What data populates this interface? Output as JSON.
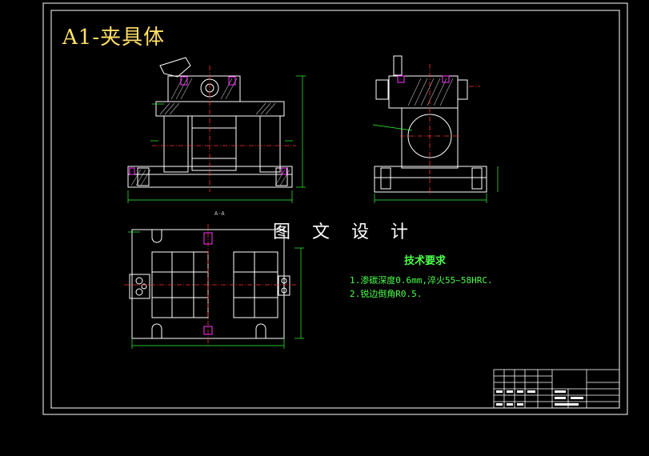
{
  "drawing": {
    "title": "A1-夹具体",
    "watermark": "图 文 设 计",
    "section_label": "A-A",
    "tech_requirements": {
      "heading": "技术要求",
      "items": [
        "1.渗碳深度0.6mm,淬火55~58HRC.",
        "2.锐边倒角R0.5."
      ]
    }
  },
  "colors": {
    "background": "#000000",
    "frame": "#ffffff",
    "outline": "#ffffff",
    "dimension": "#33ff33",
    "centerline": "#ff3333",
    "hatch": "#cccccc",
    "highlight": "#ff33ff",
    "title": "#ffe066"
  }
}
